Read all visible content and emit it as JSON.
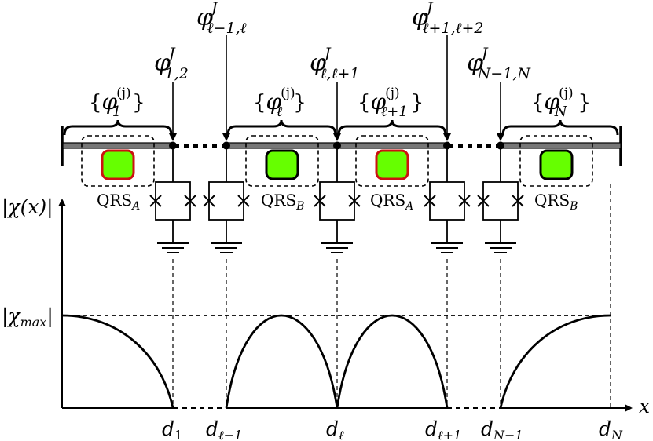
{
  "nodes": {
    "phi_12": {
      "base": "φ",
      "sup": "J",
      "sub": "1,2"
    },
    "phi_lm1_l": {
      "base": "φ",
      "sup": "J",
      "sub": "ℓ−1,ℓ"
    },
    "phi_l_lp1": {
      "base": "φ",
      "sup": "J",
      "sub": "ℓ,ℓ+1"
    },
    "phi_lp1_lp2": {
      "base": "φ",
      "sup": "J",
      "sub": "ℓ+1,ℓ+2"
    },
    "phi_Nm1_N": {
      "base": "φ",
      "sup": "J",
      "sub": "N−1,N"
    }
  },
  "segments": {
    "seg1": {
      "base": "φ",
      "sup": "(j)",
      "sub": "1"
    },
    "segl": {
      "base": "φ",
      "sup": "(j)",
      "sub": "ℓ"
    },
    "seglp1": {
      "base": "φ",
      "sup": "(j)",
      "sub": "ℓ+1"
    },
    "segN": {
      "base": "φ",
      "sup": "(j)",
      "sub": "N"
    }
  },
  "qrs": {
    "a1": {
      "text": "QRS",
      "sub": "A"
    },
    "b1": {
      "text": "QRS",
      "sub": "B"
    },
    "a2": {
      "text": "QRS",
      "sub": "A"
    },
    "b2": {
      "text": "QRS",
      "sub": "B"
    }
  },
  "axes": {
    "ylabel": "|χ(x)|",
    "ymax_label": "|χ",
    "ymax_sub": "max",
    "ymax_close": "|",
    "xlabel": "x"
  },
  "ticks": {
    "d1": {
      "base": "d",
      "sub": "1"
    },
    "dlm1": {
      "base": "d",
      "sub": "ℓ−1"
    },
    "dl": {
      "base": "d",
      "sub": "ℓ"
    },
    "dlp1": {
      "base": "d",
      "sub": "ℓ+1"
    },
    "dNm1": {
      "base": "d",
      "sub": "N−1"
    },
    "dN": {
      "base": "d",
      "sub": "N"
    }
  },
  "colors": {
    "qrs_fill": "#66ff00",
    "qrs_A_border": "#cc1111",
    "qrs_B_border": "#000000",
    "wire": "#777777"
  }
}
